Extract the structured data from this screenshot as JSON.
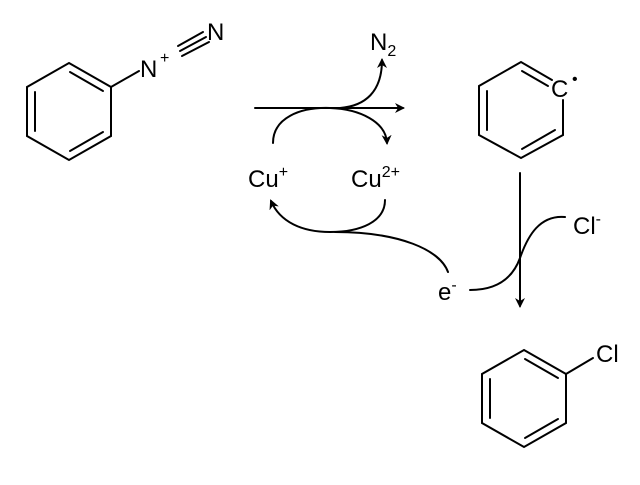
{
  "title": "Sandmeyer reaction radical mechanism",
  "labels": {
    "diazonium_n1": "N",
    "diazonium_charge": "+",
    "diazonium_n2": "N",
    "nitrogen": "N",
    "nitrogen_subscript": "2",
    "cu1": "Cu",
    "cu1_charge": "+",
    "cu2": "Cu",
    "cu2_charge": "2+",
    "radical_carbon": "C",
    "radical_dot": "•",
    "chloride": "Cl",
    "chloride_charge": "-",
    "electron": "e",
    "electron_charge": "-",
    "product_cl": "Cl"
  },
  "colors": {
    "ink": "#000000",
    "background": "#ffffff"
  }
}
